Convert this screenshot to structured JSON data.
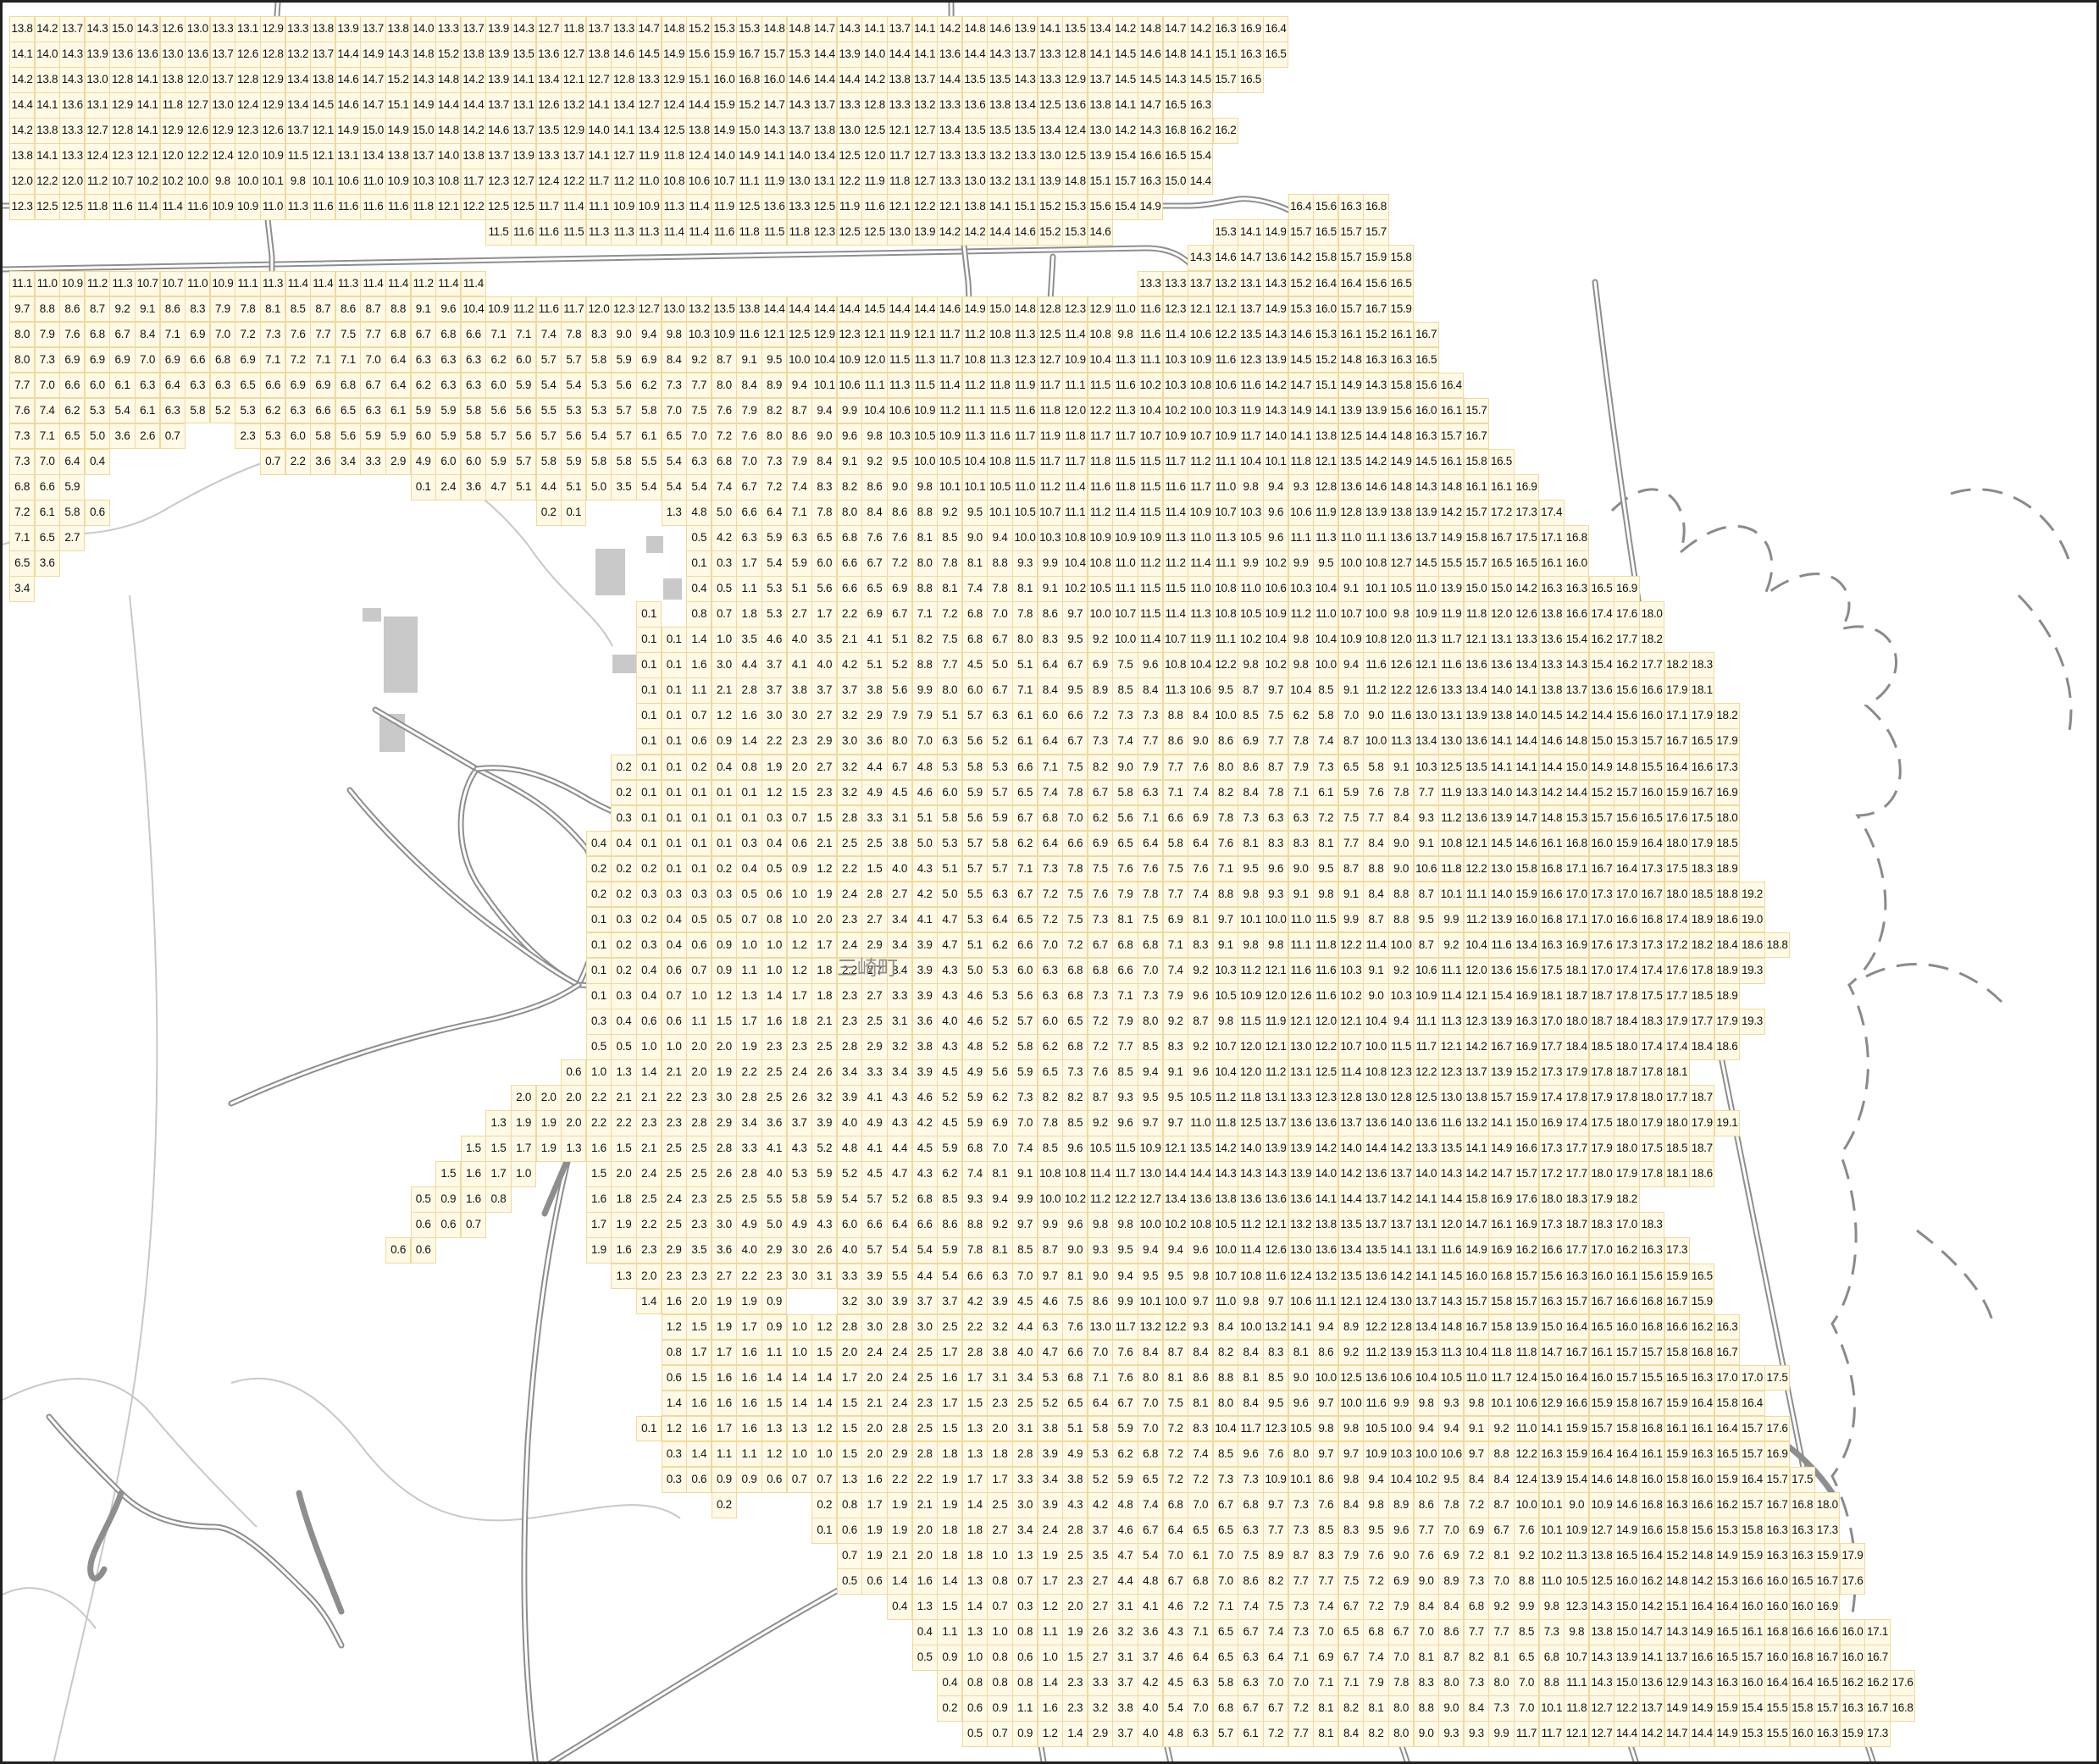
{
  "map": {
    "place_label": "三崎町",
    "colors": {
      "cell_fill": "#fff9e6",
      "cell_border": "#f0d9a0",
      "road": "#8e8e8e",
      "building": "#c9c9c9",
      "contour": "#c8c8c8"
    },
    "grid_rows": [
      {
        "c": 0,
        "v": "13.8 14.2 13.7 14.3 15.0 14.3 12.6 13.0 13.3 13.1 12.9 13.3 13.8 13.9 13.7 13.8 14.0 13.3 13.7 13.9 14.3 12.7 11.8 13.7 13.3 14.7 14.8 15.2 15.3 15.3 14.8 14.8 14.7 14.3 14.1 13.7 14.1 14.2 14.8 14.6 13.9 14.1 13.5 13.4 14.2 14.8 14.7 14.2 16.3 16.9 16.4"
      },
      {
        "c": 0,
        "v": "14.1 14.0 14.3 13.9 13.6 13.6 13.0 13.6 13.7 12.6 12.8 13.2 13.7 14.4 14.9 14.3 14.8 15.2 13.8 13.9 13.5 13.6 12.7 13.8 14.6 14.5 14.9 15.6 15.9 16.7 15.7 15.3 14.4 13.9 14.0 14.4 14.1 13.6 14.4 14.3 13.7 13.3 12.8 14.1 14.5 14.6 14.8 14.1 15.1 16.3 16.5"
      },
      {
        "c": 0,
        "v": "14.2 13.8 14.3 13.0 12.8 14.1 13.8 12.0 13.7 12.8 12.9 13.4 13.8 14.6 14.7 15.2 14.3 14.8 14.2 13.9 14.1 13.4 12.1 12.7 12.8 13.3 12.9 15.1 16.0 16.8 16.0 14.6 14.4 14.4 14.2 13.8 13.7 14.4 13.5 13.5 14.3 13.3 12.9 13.7 14.5 14.5 14.3 14.5 15.7 16.5"
      },
      {
        "c": 0,
        "v": "14.4 14.1 13.6 13.1 12.9 14.1 11.8 12.7 13.0 12.4 12.9 13.4 14.5 14.6 14.7 15.1 14.9 14.4 14.4 13.7 13.1 12.6 13.2 14.1 13.4 12.7 12.4 14.4 15.9 15.2 14.7 14.3 13.7 13.3 12.8 13.3 13.2 13.3 13.6 13.8 13.4 12.5 13.6 13.8 14.1 14.7 16.5 16.3"
      },
      {
        "c": 0,
        "v": "14.2 13.8 13.3 12.7 12.8 14.1 12.9 12.6 12.9 12.3 12.6 13.7 12.1 14.9 15.0 14.9 15.0 14.8 14.2 14.6 13.7 13.5 12.9 14.0 14.1 13.4 12.5 13.8 14.9 15.0 14.3 13.7 13.8 13.0 12.5 12.1 12.7 13.4 13.5 13.5 13.5 13.4 12.4 13.0 14.2 14.3 16.8 16.2 16.2"
      },
      {
        "c": 0,
        "v": "13.8 14.1 13.3 12.4 12.3 12.1 12.0 12.2 12.4 12.0 10.9 11.5 12.1 13.1 13.4 13.8 13.7 14.0 13.8 13.7 13.9 13.3 13.7 14.1 12.7 11.9 11.8 12.4 14.0 14.9 14.1 14.0 13.4 12.5 12.0 11.7 12.7 13.3 13.3 13.2 13.3 13.0 12.5 13.9 15.4 16.6 16.5 15.4"
      },
      {
        "c": 0,
        "v": "12.0 12.2 12.0 11.2 10.7 10.2 10.2 10.0 9.8 10.0 10.1 9.8 10.1 10.6 11.0 10.9 10.3 10.8 11.7 12.3 12.7 12.4 12.2 11.7 11.2 11.0 10.8 10.6 10.7 11.1 11.9 13.0 13.1 12.2 11.9 11.8 12.7 13.3 13.0 13.2 13.1 13.9 14.8 15.1 15.7 16.3 15.0 14.4"
      },
      {
        "c": 0,
        "v": "12.3 12.5 12.5 11.8 11.6 11.4 11.4 11.6 10.9 10.9 11.0 11.3 11.6 11.6 11.6 11.6 11.8 12.1 12.2 12.5 12.5 11.7 11.4 11.1 10.9 10.9 11.3 11.4 11.9 12.5 13.6 13.3 12.5 11.9 11.6 12.1 12.2 12.1 13.8 14.1 15.1 15.2 15.3 15.6 15.4 14.9 _ _ _ _ _ 16.4 15.6 16.3 16.8"
      },
      {
        "c": 19,
        "v": "11.5 11.6 11.6 11.5 11.3 11.3 11.3 11.4 11.4 11.6 11.8 11.5 11.8 12.3 12.5 12.5 13.0 13.9 14.2 14.2 14.4 14.6 15.2 15.3 14.6 _ _ _ _ 15.3 14.1 14.9 15.7 16.5 15.7 15.7"
      },
      {
        "c": 47,
        "v": "14.3 14.6 14.7 13.6 14.2 15.8 15.7 15.9 15.8"
      },
      {
        "c": 0,
        "v": "11.1 11.0 10.9 11.2 11.3 10.7 10.7 11.0 10.9 11.1 11.3 11.4 11.4 11.3 11.4 11.4 11.2 11.4 11.4 _ _ _ _ _ _ _ _ _ _ _ _ _ _ _ _ _ _ _ _ _ _ _ _ _ _ 13.3 13.3 13.7 13.2 13.1 14.3 15.2 16.4 16.4 15.6 16.5"
      },
      {
        "c": 0,
        "v": "9.7 8.8 8.6 8.7 9.2 9.1 8.6 8.3 7.9 7.8 8.1 8.5 8.7 8.6 8.7 8.8 9.1 9.6 10.4 10.9 11.2 11.6 11.7 12.0 12.3 12.7 13.0 13.2 13.5 13.8 14.4 14.4 14.4 14.4 14.5 14.4 14.4 14.6 14.9 15.0 14.8 12.8 12.3 12.9 11.0 11.6 12.3 12.1 12.1 13.7 14.9 15.3 16.0 15.7 16.7 15.9"
      },
      {
        "c": 0,
        "v": "8.0 7.9 7.6 6.8 6.7 8.4 7.1 6.9 7.0 7.2 7.3 7.6 7.7 7.5 7.7 6.8 6.7 6.8 6.6 7.1 7.1 7.4 7.8 8.3 9.0 9.4 9.8 10.3 10.9 11.6 12.1 12.5 12.9 12.3 12.1 11.9 12.1 11.7 11.2 10.8 11.3 12.5 11.4 10.8 9.8 11.6 11.4 10.6 12.2 13.5 14.3 14.6 15.3 16.1 15.2 16.1 16.7"
      },
      {
        "c": 0,
        "v": "8.0 7.3 6.9 6.9 6.9 7.0 6.9 6.6 6.8 6.9 7.1 7.2 7.1 7.1 7.0 6.4 6.3 6.3 6.3 6.2 6.0 5.7 5.7 5.8 5.9 6.9 8.4 9.2 8.7 9.1 9.5 10.0 10.4 10.9 12.0 11.5 11.3 11.7 10.8 11.3 12.3 12.7 10.9 10.4 11.3 11.1 10.3 10.9 11.6 12.3 13.9 14.5 15.2 14.8 16.3 16.3 16.5"
      },
      {
        "c": 0,
        "v": "7.7 7.0 6.6 6.0 6.1 6.3 6.4 6.3 6.3 6.5 6.6 6.9 6.9 6.8 6.7 6.4 6.2 6.3 6.3 6.0 5.9 5.4 5.4 5.3 5.6 6.2 7.3 7.7 8.0 8.4 8.9 9.4 10.1 10.6 11.1 11.3 11.5 11.4 11.2 11.8 11.9 11.7 11.1 11.5 11.6 10.2 10.3 10.8 10.6 11.6 14.2 14.7 15.1 14.9 14.3 15.8 15.6 16.4"
      },
      {
        "c": 0,
        "v": "7.6 7.4 6.2 5.3 5.4 6.1 6.3 5.8 5.2 5.3 6.2 6.3 6.6 6.5 6.3 6.1 5.9 5.9 5.8 5.6 5.6 5.5 5.3 5.3 5.7 5.8 7.0 7.5 7.6 7.9 8.2 8.7 9.4 9.9 10.4 10.6 10.9 11.2 11.1 11.5 11.6 11.8 12.0 12.2 11.3 10.4 10.2 10.0 10.3 11.9 14.3 14.9 14.1 13.9 13.9 15.6 16.0 16.1 15.7"
      },
      {
        "c": 0,
        "v": "7.3 7.1 6.5 5.0 3.6 2.6 0.7 _ _ 2.3 5.3 6.0 5.8 5.6 5.9 5.9 6.0 5.9 5.8 5.7 5.6 5.7 5.6 5.4 5.7 6.1 6.5 7.0 7.2 7.6 8.0 8.6 9.0 9.6 9.8 10.3 10.5 10.9 11.3 11.6 11.7 11.9 11.8 11.7 11.7 10.7 10.9 10.7 10.9 11.7 14.0 14.1 13.8 12.5 14.4 14.8 16.3 15.7 16.7"
      },
      {
        "c": 0,
        "v": "7.3 7.0 6.4 0.4 _ _ _ _ _ _ 0.7 2.2 3.6 3.4 3.3 2.9 4.9 6.0 6.0 5.9 5.7 5.8 5.9 5.8 5.8 5.5 5.4 6.3 6.8 7.0 7.3 7.9 8.4 9.1 9.2 9.5 10.0 10.5 10.4 10.8 11.5 11.7 11.7 11.8 11.5 11.5 11.7 11.2 11.1 10.4 10.1 11.8 12.1 13.5 14.2 14.9 14.5 16.1 15.8 16.5"
      },
      {
        "c": 0,
        "v": "6.8 6.6 5.9 _ _ _ _ _ _ _ _ _ _ _ _ _ 0.1 2.4 3.6 4.7 5.1 4.4 5.1 5.0 3.5 5.4 5.4 5.4 7.4 6.7 7.2 7.4 8.3 8.2 8.6 9.0 9.8 10.1 10.1 10.5 11.0 11.2 11.4 11.6 11.8 11.5 11.6 11.7 11.0 9.8 9.4 9.3 12.8 13.6 14.6 14.8 14.3 14.8 16.1 16.1 16.9"
      },
      {
        "c": 0,
        "v": "7.2 6.1 5.8 0.6 _ _ _ _ _ _ _ _ _ _ _ _ _ _ _ _ _ 0.2 0.1 _ _ _ 1.3 4.8 5.0 6.6 6.4 7.1 7.8 8.0 8.4 8.6 8.8 9.2 9.5 10.1 10.5 10.7 11.1 11.2 11.4 11.5 11.4 10.9 10.7 10.3 9.6 10.6 11.9 12.8 13.9 13.8 13.9 14.2 15.7 17.2 17.3 17.4"
      },
      {
        "c": 0,
        "v": "7.1 6.5 2.7 _ _ _ _ _ _ _ _ _ _ _ _ _ _ _ _ _ _ _ _ _ _ _ _ 0.5 4.2 6.3 5.9 6.3 6.5 6.8 7.6 7.6 8.1 8.5 9.0 9.4 10.0 10.3 10.8 10.9 10.9 10.9 11.3 11.0 11.3 10.5 9.6 11.1 11.3 11.0 11.1 13.6 13.7 14.9 15.8 16.7 17.5 17.1 16.8"
      },
      {
        "c": 0,
        "v": "6.5 3.6 _ _ _ _ _ _ _ _ _ _ _ _ _ _ _ _ _ _ _ _ _ _ _ _ _ 0.1 0.3 1.7 5.4 5.9 6.0 6.6 6.7 7.2 8.0 7.8 8.1 8.8 9.3 9.9 10.4 10.8 11.0 11.2 11.2 11.4 11.1 9.9 10.2 9.9 9.5 10.0 10.8 12.7 14.5 15.5 15.7 16.5 16.5 16.1 16.0"
      },
      {
        "c": 0,
        "v": "3.4 _ _ _ _ _ _ _ _ _ _ _ _ _ _ _ _ _ _ _ _ _ _ _ _ _ _ 0.4 0.5 1.1 5.3 5.1 5.6 6.6 6.5 6.9 8.8 8.1 7.4 7.8 8.1 9.1 10.2 10.5 11.1 11.5 11.5 11.0 10.8 11.0 10.6 10.3 10.4 9.1 10.1 10.5 11.0 13.9 15.0 15.0 14.2 16.3 16.3 16.5 16.9"
      },
      {
        "c": 25,
        "v": "0.1 _ 0.8 0.7 1.8 5.3 2.7 1.7 2.2 6.9 6.7 7.1 7.2 6.8 7.0 7.8 8.6 9.7 10.0 10.7 11.5 11.4 11.3 10.8 10.5 10.9 11.2 11.0 10.7 10.0 9.8 10.9 11.9 11.8 12.0 12.6 13.8 16.6 17.4 17.6 18.0"
      },
      {
        "c": 25,
        "v": "0.1 0.1 1.4 1.0 3.5 4.6 4.0 3.5 2.1 4.1 5.1 8.2 7.5 6.8 6.7 8.0 8.3 9.5 9.2 10.0 11.4 10.7 11.9 11.1 10.2 10.4 9.8 10.4 10.9 10.8 12.0 11.3 11.7 12.1 13.1 13.3 13.6 15.4 16.2 17.7 18.2"
      },
      {
        "c": 25,
        "v": "0.1 0.1 1.6 3.0 4.4 3.7 4.1 4.0 4.2 5.1 5.2 8.8 7.7 4.5 5.0 5.1 6.4 6.7 6.9 7.5 9.6 10.8 10.4 12.2 9.8 10.2 9.8 10.0 9.4 11.6 12.6 12.1 11.6 13.6 13.6 13.4 13.3 14.3 15.4 16.2 17.7 18.2 18.3"
      },
      {
        "c": 25,
        "v": "0.1 0.1 1.1 2.1 2.8 3.7 3.8 3.7 3.7 3.8 5.6 9.9 8.0 6.0 6.7 7.1 8.4 9.5 8.9 8.5 8.4 11.3 10.6 9.5 8.7 9.7 10.4 8.5 9.1 11.2 12.2 12.6 13.3 13.4 14.0 14.1 13.8 13.7 13.6 15.6 16.6 17.9 18.1"
      },
      {
        "c": 25,
        "v": "0.1 0.1 0.7 1.2 1.6 3.0 3.0 2.7 3.2 2.9 7.9 7.9 5.1 5.7 6.3 6.1 6.0 6.6 7.2 7.3 7.3 8.8 8.4 10.0 8.5 7.5 6.2 5.8 7.0 9.0 11.6 13.0 13.1 13.9 13.8 14.0 14.5 14.2 14.4 15.6 16.0 17.1 17.9 18.2"
      },
      {
        "c": 25,
        "v": "0.1 0.1 0.6 0.9 1.4 2.2 2.3 2.9 3.0 3.6 8.0 7.0 6.3 5.6 5.2 6.1 6.4 6.7 7.3 7.4 7.7 8.6 9.0 8.6 6.9 7.7 7.8 7.4 8.7 10.0 11.3 13.4 13.0 13.6 14.1 14.4 14.6 14.8 15.0 15.3 15.7 16.7 16.5 17.9"
      },
      {
        "c": 24,
        "v": "0.2 0.1 0.1 0.2 0.4 0.8 1.9 2.0 2.7 3.2 4.4 6.7 4.8 5.3 5.8 5.3 6.6 7.1 7.5 8.2 9.0 7.9 7.7 7.6 8.0 8.6 8.7 7.9 7.3 6.5 5.8 9.1 10.3 12.5 13.5 14.1 14.1 14.4 15.0 14.9 14.8 15.5 16.4 16.6 17.3"
      },
      {
        "c": 24,
        "v": "0.2 0.1 0.1 0.1 0.1 0.1 1.2 1.5 2.3 3.2 4.9 4.5 4.6 6.0 5.9 5.7 6.5 7.4 7.8 6.7 5.8 6.3 7.1 7.4 8.2 8.4 7.8 7.1 6.1 5.9 7.6 7.8 7.7 11.9 13.3 14.0 14.3 14.2 14.4 15.2 15.7 16.0 15.9 16.7 16.9"
      },
      {
        "c": 24,
        "v": "0.3 0.1 0.1 0.1 0.1 0.1 0.3 0.7 1.5 2.8 3.3 3.1 5.1 5.8 5.6 5.9 6.7 6.8 7.0 6.2 5.6 7.1 6.6 6.9 7.8 7.3 6.3 6.3 7.2 7.5 7.7 8.4 9.3 11.2 13.6 13.9 14.7 14.8 15.3 15.7 15.6 16.5 17.6 17.5 18.0"
      },
      {
        "c": 23,
        "v": "0.4 0.4 0.1 0.1 0.1 0.1 0.3 0.4 0.6 2.1 2.5 2.5 3.8 5.0 5.3 5.7 5.8 6.2 6.4 6.6 6.9 6.5 6.4 5.8 6.4 7.6 8.1 8.3 8.3 8.1 7.7 8.4 9.0 9.1 10.8 12.1 14.5 14.6 16.1 16.8 16.0 15.9 16.4 18.0 17.9 18.5"
      },
      {
        "c": 23,
        "v": "0.2 0.2 0.2 0.1 0.1 0.2 0.4 0.5 0.9 1.2 2.2 1.5 4.0 4.3 5.1 5.7 5.7 7.1 7.3 7.8 7.5 7.6 7.6 7.5 7.6 7.1 9.5 9.6 9.0 9.5 8.7 8.8 9.0 10.6 11.8 12.2 13.0 15.8 16.8 17.1 16.7 16.4 17.3 17.5 18.3 18.9"
      },
      {
        "c": 23,
        "v": "0.2 0.2 0.3 0.3 0.3 0.3 0.5 0.6 1.0 1.9 2.4 2.8 2.7 4.2 5.0 5.5 6.3 6.7 7.2 7.5 7.6 7.9 7.8 7.7 7.4 8.8 9.8 9.3 9.1 9.8 9.1 8.4 8.8 8.7 10.1 11.1 14.0 15.9 16.6 17.0 17.3 17.0 16.7 18.0 18.5 18.8 19.2"
      },
      {
        "c": 23,
        "v": "0.1 0.3 0.2 0.4 0.5 0.5 0.7 0.8 1.0 2.0 2.3 2.7 3.4 4.1 4.7 5.3 6.4 6.5 7.2 7.5 7.3 8.1 7.5 6.9 8.1 9.7 10.1 10.0 11.0 11.5 9.9 8.7 8.8 9.5 9.9 11.2 13.9 16.0 16.8 17.1 17.0 16.6 16.8 17.4 18.9 18.6 19.0"
      },
      {
        "c": 23,
        "v": "0.1 0.2 0.3 0.4 0.6 0.9 1.0 1.0 1.2 1.7 2.4 2.9 3.4 3.9 4.7 5.1 6.2 6.6 7.0 7.2 6.7 6.8 6.8 7.1 8.3 9.1 9.8 9.8 11.1 11.8 12.2 11.4 10.0 8.7 9.2 10.4 11.6 13.4 16.3 16.9 17.6 17.3 17.3 17.2 18.2 18.4 18.6 18.8"
      },
      {
        "c": 23,
        "v": "0.1 0.2 0.4 0.6 0.7 0.9 1.1 1.0 1.2 1.8 2.2 2.7 3.4 3.9 4.3 5.0 5.3 6.0 6.3 6.8 6.8 6.6 7.0 7.4 9.2 10.3 11.2 12.1 11.6 11.6 10.3 9.1 9.2 10.6 11.1 12.0 13.6 15.6 17.5 18.1 17.0 17.4 17.4 17.6 17.8 18.9 19.3"
      },
      {
        "c": 23,
        "v": "0.1 0.3 0.4 0.7 1.0 1.2 1.3 1.4 1.7 1.8 2.3 2.7 3.3 3.9 4.3 4.6 5.3 5.6 6.3 6.8 7.3 7.1 7.3 7.9 9.6 10.5 10.9 12.0 12.6 11.6 10.2 9.0 10.3 10.9 11.4 12.1 15.4 16.9 18.1 18.7 18.7 17.8 17.5 17.7 18.5 18.9"
      },
      {
        "c": 23,
        "v": "0.3 0.4 0.6 0.6 1.1 1.5 1.7 1.6 1.8 2.1 2.3 2.5 3.1 3.6 4.0 4.6 5.2 5.7 6.0 6.5 7.2 7.9 8.0 9.2 8.7 9.8 11.5 11.9 12.1 12.0 12.1 10.4 9.4 11.1 11.3 12.3 13.9 16.3 17.0 18.0 18.7 18.4 18.3 17.9 17.7 17.9 19.3"
      },
      {
        "c": 23,
        "v": "0.5 0.5 1.0 1.0 2.0 2.0 1.9 2.3 2.3 2.5 2.8 2.9 3.2 3.8 4.3 4.8 5.2 5.8 6.2 6.8 7.2 7.7 8.5 8.3 9.2 10.7 12.0 12.1 13.0 12.2 10.7 10.0 11.5 11.7 12.1 14.2 16.7 16.9 17.7 18.4 18.5 18.0 17.4 17.4 18.4 18.6"
      },
      {
        "c": 22,
        "v": "0.6 1.0 1.3 1.4 2.1 2.0 1.9 2.2 2.5 2.4 2.6 3.4 3.3 3.4 3.9 4.5 4.9 5.6 5.9 6.5 7.3 7.6 8.5 9.4 9.1 9.6 10.4 12.0 11.2 13.1 12.5 11.4 10.8 12.3 12.2 12.3 13.7 13.9 15.2 17.3 17.9 17.8 18.7 17.8 18.1"
      },
      {
        "c": 20,
        "v": "2.0 2.0 2.0 2.2 2.1 2.1 2.2 2.3 3.0 2.8 2.5 2.6 3.2 3.9 4.1 4.3 4.6 5.2 5.9 6.2 7.3 8.2 8.2 8.7 9.3 9.5 9.5 10.5 11.2 11.8 13.1 13.3 12.3 12.8 13.0 12.8 12.5 13.0 13.8 15.7 15.9 17.4 17.8 17.9 17.8 18.0 17.7 18.7"
      },
      {
        "c": 19,
        "v": "1.3 1.9 1.9 2.0 2.2 2.2 2.3 2.3 2.8 2.9 3.4 3.6 3.7 3.9 4.0 4.9 4.3 4.2 4.5 5.9 6.9 7.0 7.8 8.5 9.2 9.6 9.7 9.7 11.0 11.8 12.5 13.7 13.6 13.6 13.7 13.6 14.0 13.6 11.6 13.2 14.1 15.0 16.9 17.4 17.5 18.0 17.9 18.0 17.9 19.1"
      },
      {
        "c": 18,
        "v": "1.5 1.5 1.7 1.9 1.3 1.6 1.5 2.1 2.5 2.5 2.8 3.3 4.1 4.3 5.2 4.8 4.1 4.4 4.5 5.9 6.8 7.0 7.4 8.5 9.6 10.5 11.5 10.9 12.1 13.5 14.2 14.0 13.9 13.9 14.2 14.0 14.4 14.2 13.3 13.5 14.1 14.9 16.6 17.3 17.7 17.9 18.0 17.5 18.5 18.7"
      },
      {
        "c": 17,
        "v": "1.5 1.6 1.7 1.0 _ _ 1.5 2.0 2.4 2.5 2.5 2.6 2.8 4.0 5.3 5.9 5.2 4.5 4.7 4.3 6.2 7.4 8.1 9.1 10.8 10.8 11.4 11.7 13.0 14.4 14.4 14.3 14.3 14.3 13.9 14.0 14.2 13.6 13.7 14.0 14.3 14.2 14.7 15.7 17.2 17.7 18.0 17.9 17.8 18.1 18.6"
      },
      {
        "c": 16,
        "v": "0.5 0.9 1.6 0.8 _ _ _ 1.6 1.8 2.5 2.4 2.3 2.5 2.5 5.5 5.8 5.9 5.4 5.7 5.2 6.8 8.5 9.3 9.4 9.9 10.0 10.2 11.2 12.2 12.7 13.4 13.6 13.8 13.6 13.6 13.6 14.1 14.4 13.7 14.2 14.1 14.4 15.8 16.9 17.6 18.0 18.3 17.9 18.2"
      },
      {
        "c": 16,
        "v": "0.6 0.6 0.7 _ _ _ _ 1.7 1.9 2.2 2.5 2.3 3.0 4.9 5.0 4.9 4.3 6.0 6.6 6.4 6.6 8.6 8.8 9.2 9.7 9.9 9.6 9.8 9.8 10.0 10.2 10.8 10.5 11.2 12.1 13.2 13.8 13.5 13.7 13.7 13.1 12.0 14.7 16.1 16.9 17.3 18.7 18.3 17.0 18.3"
      },
      {
        "c": 15,
        "v": "0.6 0.6 _ _ _ _ _ _ 1.9 1.6 2.3 2.9 3.5 3.6 4.0 2.9 3.0 2.6 4.0 5.7 5.4 5.4 5.9 7.8 8.1 8.5 8.7 9.0 9.3 9.5 9.4 9.4 9.6 10.0 11.4 12.6 13.0 13.6 13.4 13.5 14.1 13.1 11.6 14.9 16.9 16.2 16.6 17.7 17.0 16.2 16.3 17.3"
      },
      {
        "c": 24,
        "v": "1.3 2.0 2.3 2.3 2.7 2.2 2.3 3.0 3.1 3.3 3.9 5.5 4.4 5.4 6.6 6.3 7.0 9.7 8.1 9.0 9.4 9.5 9.5 9.8 10.7 10.8 11.6 12.4 13.2 13.5 13.6 14.2 14.1 14.5 16.0 16.8 15.7 15.6 16.3 16.0 16.1 15.6 15.9 16.5"
      },
      {
        "c": 25,
        "v": "1.4 1.6 2.0 1.9 1.9 0.9 _ _ 3.2 3.0 3.9 3.7 3.7 4.2 3.9 4.5 4.6 7.5 8.6 9.9 10.1 10.0 9.7 11.0 9.8 9.7 10.6 11.1 12.1 12.4 13.0 13.7 14.3 15.7 15.8 15.7 16.3 15.7 16.7 16.6 16.8 16.7 15.9"
      },
      {
        "c": 26,
        "v": "1.2 1.5 1.9 1.7 0.9 1.0 1.2 2.8 3.0 2.8 3.0 2.5 2.2 3.2 4.4 6.3 7.6 13.0 11.7 13.2 12.2 9.3 8.4 10.0 13.2 14.1 9.4 8.9 12.2 12.8 13.4 14.8 16.7 15.8 13.9 15.0 16.4 16.5 16.0 16.8 16.6 16.2 16.3"
      },
      {
        "c": 26,
        "v": "0.8 1.7 1.7 1.6 1.1 1.0 1.5 2.0 2.4 2.4 2.5 1.7 2.8 3.8 4.0 4.7 6.6 7.0 7.6 8.4 8.7 8.4 8.2 8.4 8.3 8.1 8.6 9.2 11.2 13.9 15.3 11.3 10.4 11.8 11.8 14.7 16.7 16.1 15.7 15.7 15.8 16.8 16.7"
      },
      {
        "c": 26,
        "v": "0.6 1.5 1.6 1.6 1.4 1.4 1.4 1.7 2.0 2.4 2.5 1.6 1.7 3.1 3.4 5.3 6.8 7.1 7.6 8.0 8.1 8.6 8.8 8.1 8.5 9.0 10.0 12.5 13.6 10.6 10.4 10.5 11.0 11.7 12.4 15.0 16.4 16.0 15.7 15.5 16.5 16.3 17.0 17.0 17.5"
      },
      {
        "c": 26,
        "v": "1.4 1.6 1.6 1.6 1.5 1.4 1.4 1.5 2.1 2.4 2.3 1.7 1.5 2.3 2.5 5.2 6.5 6.4 6.7 7.0 7.5 8.1 8.0 8.4 9.5 9.6 9.7 10.0 11.6 9.9 9.8 9.3 9.8 10.1 10.6 12.9 16.6 15.9 15.8 16.7 15.9 16.4 15.8 16.4"
      },
      {
        "c": 25,
        "v": "0.1 1.2 1.6 1.7 1.6 1.3 1.3 1.2 1.5 2.0 2.8 2.5 1.5 1.3 2.0 3.1 3.8 5.1 5.8 5.9 7.0 7.2 8.3 10.4 11.7 12.3 10.5 9.8 9.8 10.5 10.0 9.4 9.4 9.1 9.2 11.0 14.1 15.9 15.7 15.8 16.8 16.1 16.1 16.4 15.7 17.6"
      },
      {
        "c": 26,
        "v": "0.3 1.4 1.1 1.1 1.2 1.0 1.0 1.5 2.0 2.9 2.8 1.8 1.3 1.8 2.8 3.9 4.9 5.3 6.2 6.8 7.2 7.4 8.5 9.6 7.6 8.0 9.7 9.7 10.9 10.3 10.0 10.6 9.7 8.8 12.2 16.3 15.9 16.4 16.4 16.1 15.9 16.3 16.5 15.7 16.9"
      },
      {
        "c": 26,
        "v": "0.3 0.6 0.9 0.9 0.6 0.7 0.7 1.3 1.6 2.2 2.2 1.9 1.7 1.7 3.3 3.4 3.8 5.2 5.9 6.5 7.2 7.2 7.3 7.3 10.9 10.1 8.6 9.8 9.4 10.4 10.2 9.5 8.4 8.4 12.4 13.9 15.4 14.6 14.8 16.0 15.8 16.0 15.9 16.4 15.7 17.5"
      },
      {
        "c": 28,
        "v": "0.2 _ _ _ 0.2 0.8 1.7 1.9 2.1 1.9 1.4 2.5 3.0 3.9 4.3 4.2 4.8 7.4 6.8 7.0 6.7 6.8 9.7 7.3 7.6 8.4 9.8 8.9 8.6 7.8 7.2 8.7 10.0 10.1 9.0 10.9 14.6 16.8 16.3 16.6 16.2 15.7 16.7 16.8 18.0"
      },
      {
        "c": 32,
        "v": "0.1 0.6 1.9 1.9 2.0 1.8 1.8 2.7 3.4 2.4 2.8 3.7 4.6 6.7 6.4 6.5 6.5 6.3 7.7 7.3 8.5 8.3 9.5 9.6 7.7 7.0 6.9 6.7 7.6 10.1 10.9 12.7 14.9 16.6 15.8 15.6 15.3 15.8 16.3 16.3 17.3"
      },
      {
        "c": 33,
        "v": "0.7 1.9 2.1 2.0 1.8 1.8 1.0 1.3 1.9 2.5 3.5 4.7 5.4 7.0 6.1 7.0 7.5 8.9 8.7 8.3 7.9 7.6 9.0 7.6 6.9 7.2 8.1 9.2 10.2 11.3 13.8 16.5 16.4 15.2 14.8 14.9 15.9 16.3 16.3 15.9 17.9"
      },
      {
        "c": 33,
        "v": "0.5 0.6 1.4 1.6 1.4 1.3 0.8 0.7 1.7 2.3 2.7 4.4 4.8 6.7 6.8 7.0 8.6 8.2 7.7 7.7 7.5 7.2 6.9 9.0 8.9 7.3 7.0 8.8 11.0 10.5 12.5 16.0 16.2 14.8 14.2 15.3 16.6 16.0 16.5 16.7 17.6"
      },
      {
        "c": 35,
        "v": "0.4 1.3 1.5 1.4 0.7 0.3 1.2 2.0 2.7 3.1 4.1 4.6 7.2 7.1 7.4 7.5 7.3 7.4 6.7 7.2 7.9 8.4 8.4 6.8 9.2 9.9 9.8 12.3 14.3 15.0 14.2 15.1 16.4 16.4 16.0 16.0 16.0 16.9"
      },
      {
        "c": 36,
        "v": "0.4 1.1 1.3 1.0 0.8 1.1 1.9 2.6 3.2 3.6 4.3 7.1 6.5 6.7 7.4 7.3 7.0 6.5 6.8 6.7 7.0 8.6 7.7 7.7 8.5 7.3 9.8 13.8 15.0 14.7 14.3 14.9 16.5 16.1 16.8 16.6 16.6 16.0 17.1"
      },
      {
        "c": 36,
        "v": "0.5 0.9 1.0 0.8 0.6 1.0 1.5 2.7 3.1 3.7 4.6 6.4 6.5 6.3 6.4 7.1 6.9 6.7 7.4 7.0 8.1 8.7 8.2 8.1 6.5 6.8 10.7 14.3 13.9 14.1 13.7 16.6 16.5 15.7 16.0 16.8 16.7 16.0 16.7"
      },
      {
        "c": 37,
        "v": "0.4 0.8 0.8 0.8 1.4 2.3 3.3 3.7 4.2 4.5 6.3 5.8 6.3 7.0 7.0 7.1 7.1 7.9 7.8 8.3 8.0 7.3 8.0 7.0 8.8 11.1 14.3 15.0 13.6 12.9 14.3 16.3 16.0 16.4 16.4 16.5 16.2 16.2 17.6"
      },
      {
        "c": 37,
        "v": "0.2 0.6 0.9 1.1 1.6 2.3 3.2 3.8 4.0 5.4 7.0 6.8 6.7 6.7 7.2 8.1 8.2 8.1 8.0 8.8 9.0 8.4 7.3 7.0 10.1 11.8 12.7 12.2 13.7 14.9 14.9 15.9 15.4 15.5 15.8 15.7 16.3 16.7 16.8"
      },
      {
        "c": 38,
        "v": "0.5 0.7 0.9 1.2 1.4 2.9 3.7 4.0 4.8 6.3 5.7 6.1 7.2 7.7 8.1 8.4 8.2 8.0 9.0 9.3 9.3 9.9 11.7 11.7 12.1 12.7 14.4 14.2 14.7 14.4 14.9 15.3 15.5 16.0 16.3 15.9 17.3"
      }
    ]
  }
}
